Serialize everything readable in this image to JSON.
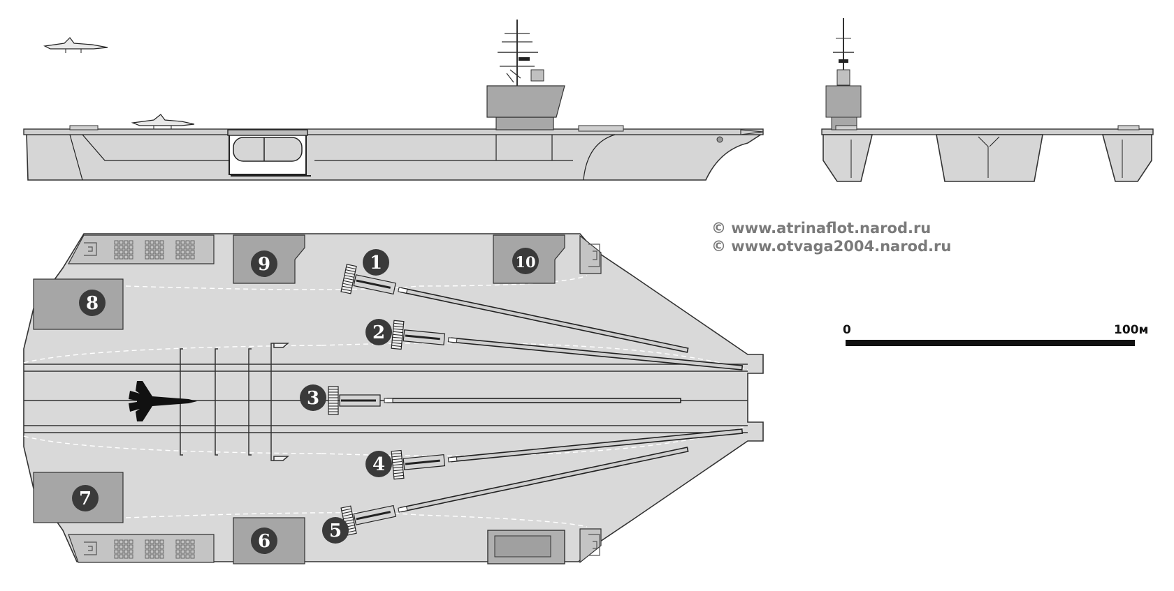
{
  "credits": [
    "© www.atrinaflot.narod.ru",
    "© www.otvaga2004.narod.ru"
  ],
  "scale_bar": {
    "start_label": "0",
    "end_label": "100м"
  },
  "catapults": [
    {
      "label": "1",
      "tag": "catapult-1"
    },
    {
      "label": "2",
      "tag": "catapult-2"
    },
    {
      "label": "3",
      "tag": "catapult-3"
    },
    {
      "label": "4",
      "tag": "catapult-4"
    },
    {
      "label": "5",
      "tag": "catapult-5"
    }
  ],
  "parking_spots": [
    {
      "label": "6",
      "tag": "parking-spot-6"
    },
    {
      "label": "7",
      "tag": "parking-spot-7"
    },
    {
      "label": "8",
      "tag": "parking-spot-8"
    },
    {
      "label": "9",
      "tag": "parking-spot-9"
    },
    {
      "label": "10",
      "tag": "parking-spot-10"
    }
  ],
  "colors": {
    "deck": "#d9d9d9",
    "spot": "#a6a6a6",
    "marker": "#3a3a3a",
    "island": "#a8a8a8"
  }
}
